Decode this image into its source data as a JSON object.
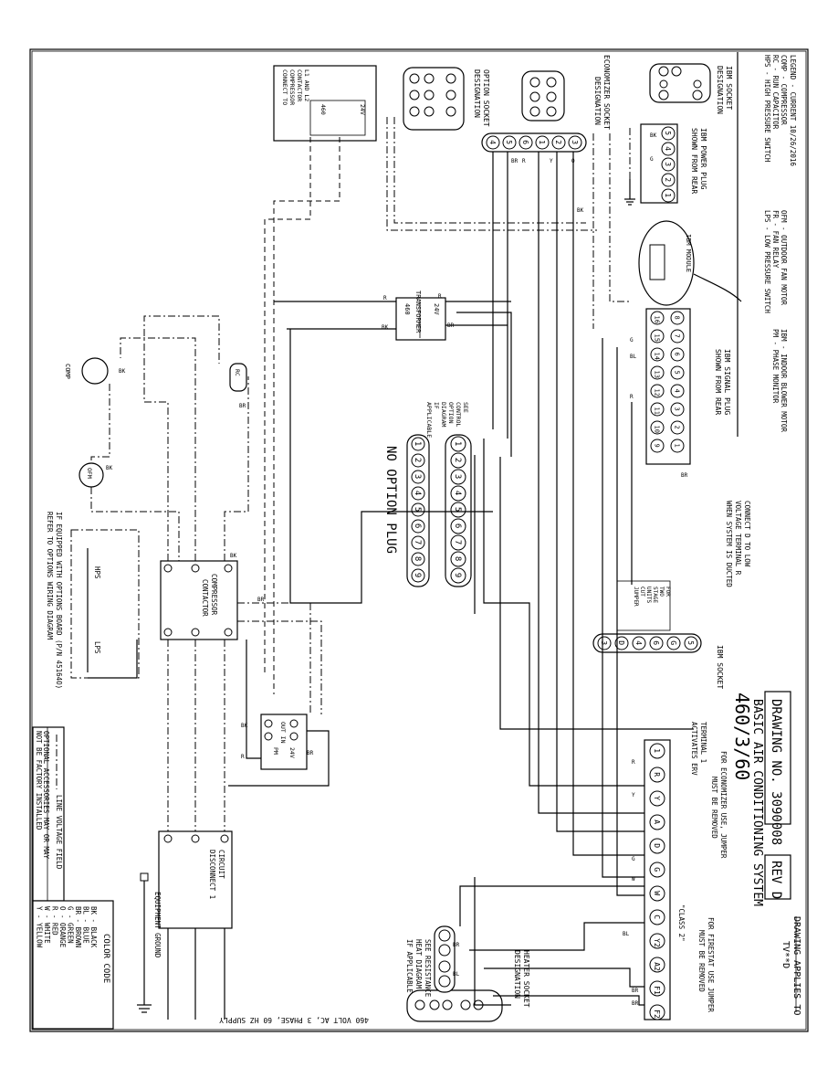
{
  "drawing": {
    "number_label": "DRAWING NO. 3090008",
    "rev_label": "REV D",
    "title": "BASIC AIR CONDITIONING SYSTEM",
    "voltage": "460/3/60",
    "applies_label": "DRAWING APPLIES TO",
    "applies_model": "TV**D"
  },
  "legend": {
    "title": "LEGEND - CURRENT 10/26/2016",
    "entries": [
      "COMP - COMPRESSOR",
      "RC - RUN CAPACITOR",
      "HPS - HIGH PRESSURE SWITCH",
      "OFM - OUTDOOR FAN MOTOR",
      "FR - FAN RELAY",
      "LPS - LOW PRESSURE SWITCH",
      "IBM - INDOOR BLOWER MOTOR",
      "PM - PHASE MONITOR"
    ]
  },
  "color_code": {
    "title": "COLOR CODE",
    "entries": [
      "BK - BLACK",
      "BL - BLUE",
      "BR - BROWN",
      "G - GREEN",
      "O - ORANGE",
      "R - RED",
      "W - WHITE",
      "Y - YELLOW"
    ]
  },
  "line_key": {
    "line_voltage": "LINE VOLTAGE FIELD",
    "optional_1": "OPTIONAL ACCESSORIES MAY OR MAY",
    "optional_2": "NOT BE FACTORY INSTALLED"
  },
  "labels": {
    "supply": "460 VOLT AC, 3 PHASE, 60 HZ SUPPLY",
    "equipment_ground": "EQUIPMENT GROUND",
    "disconnect_1": "CIRCUIT",
    "disconnect_2": "DISCONNECT 1",
    "compressor": "COMPRESSOR",
    "contactor": "CONTACTOR",
    "transformer": "TRANSFORMER",
    "t_460": "460",
    "t_24": "24V",
    "comp": "COMP",
    "ofm": "OFM",
    "rc": "RC",
    "hps": "HPS",
    "lps": "LPS",
    "pm": "PM",
    "pm_out": "OUT IN",
    "pm_24": "24V",
    "ibm_socket_designation_1": "IBM SOCKET",
    "ibm_socket_designation_2": "DESIGNATION",
    "ibm_power_plug_1": "IBM POWER PLUG",
    "ibm_power_plug_2": "SHOWN FROM REAR",
    "ibm_module": "IBM MODULE",
    "economizer_socket_1": "ECONOMIZER SOCKET",
    "economizer_socket_2": "DESIGNATION",
    "option_socket_1": "OPTION SOCKET",
    "option_socket_2": "DESIGNATION",
    "connect_l1l2_1": "CONNECT TO",
    "connect_l1l2_2": "COMPRESSOR",
    "connect_l1l2_3": "CONTACTOR",
    "connect_l1l2_4": "L1 AND L2",
    "ibm_signal_plug_1": "IBM SIGNAL PLUG",
    "ibm_signal_plug_2": "SHOWN FROM REAR",
    "connect_d_1": "CONNECT D TO LOW",
    "connect_d_2": "VOLTAGE TERMINAL R",
    "connect_d_3": "WHEN SYSTEM IS DUCTED",
    "ibm_socket": "IBM SOCKET",
    "two_stage_1": "FOR",
    "two_stage_2": "TWO",
    "two_stage_3": "STAGE",
    "two_stage_4": "UNITS",
    "two_stage_5": "CUT",
    "two_stage_6": "JUMPER",
    "no_option_plug": "NO OPTION PLUG",
    "see_control_1": "SEE",
    "see_control_2": "CONTROL",
    "see_control_3": "OPTION",
    "see_control_4": "DIAGRAM",
    "see_control_5": "IF",
    "see_control_6": "APPLICABLE",
    "options_board_1": "IF EQUIPPED WITH OPTIONS BOARD (P/N 45164O)",
    "options_board_2": "REFER TO OPTIONS WIRING DIAGRAM",
    "terminal_1": "TERMINAL 1",
    "terminal_2": "ACTIVATES ERV",
    "economizer_jumper_1": "FOR ECONOMIZER USE, JUMPER",
    "economizer_jumper_2": "MUST BE REMOVED",
    "firestat_1": "FOR FIRESTAT USE JUMPER",
    "firestat_2": "MUST BE REMOVED",
    "class2": "\"CLASS 2\"",
    "heater_socket_1": "HEATER SOCKET",
    "heater_socket_2": "DESIGNATION",
    "see_resistance_1": "SEE RESISTANCE",
    "see_resistance_2": "HEAT DIAGRAM",
    "see_resistance_3": "IF APPLICABLE"
  },
  "terminal_strip": [
    "1",
    "R",
    "Y",
    "A",
    "D",
    "G",
    "W",
    "C",
    "Y2",
    "A2",
    "F1",
    "F2"
  ],
  "ibm_signal_plug": [
    "8",
    "7",
    "6",
    "5",
    "4",
    "3",
    "2",
    "1",
    "16",
    "15",
    "14",
    "13",
    "12",
    "11",
    "10",
    "9"
  ],
  "ibm_power_plug": [
    "5",
    "4",
    "3",
    "2",
    "1"
  ],
  "ibm_socket_pins": [
    "5",
    "G",
    "6",
    "4",
    "D",
    "3"
  ],
  "economizer_pins": [
    "4",
    "5",
    "6",
    "1",
    "2",
    "3"
  ],
  "option_plug_numbers": [
    "1",
    "2",
    "3",
    "4",
    "5",
    "6",
    "7",
    "8",
    "9"
  ],
  "wire_colors": {
    "r": "R",
    "bk": "BK",
    "br": "BR",
    "y": "Y",
    "bl": "BL",
    "g": "G",
    "o": "O",
    "w": "W"
  }
}
